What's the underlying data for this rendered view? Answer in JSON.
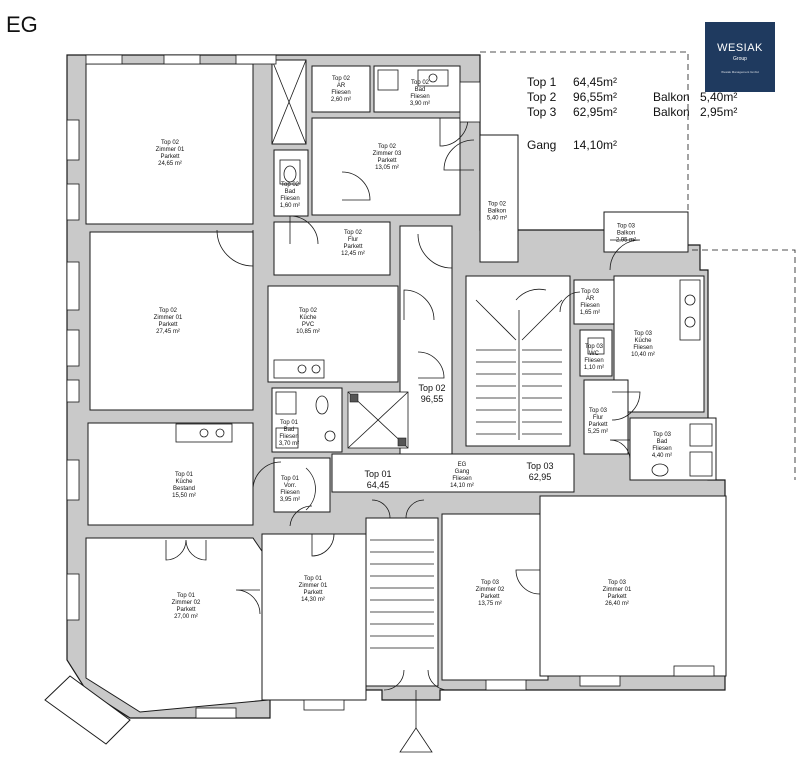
{
  "floor_label": "EG",
  "logo": {
    "title": "WESIAK",
    "subtitle": "Group",
    "tagline": "Wesiak Management GmbH"
  },
  "legend": {
    "rows": [
      {
        "name": "Top  1",
        "area": "64,45m²",
        "balcony_label": "",
        "balcony_area": ""
      },
      {
        "name": "Top  2",
        "area": "96,55m²",
        "balcony_label": "Balkon",
        "balcony_area": "5,40m²"
      },
      {
        "name": "Top 3",
        "area": "62,95m²",
        "balcony_label": "Balkon",
        "balcony_area": "2,95m²"
      }
    ],
    "gang_label": "Gang",
    "gang_area": "14,10m²"
  },
  "rooms": [
    {
      "id": "t02-zimmer01-a",
      "lines": [
        "Top 02",
        "Zimmer 01",
        "Parkett",
        "24,65 m²"
      ]
    },
    {
      "id": "t02-zimmer01-b",
      "lines": [
        "Top 02",
        "Zimmer 01",
        "Parkett",
        "27,45 m²"
      ]
    },
    {
      "id": "t02-ar",
      "lines": [
        "Top 02",
        "AR",
        "Fliesen",
        "2,60 m²"
      ]
    },
    {
      "id": "t02-bad-a",
      "lines": [
        "Top 02",
        "Bad",
        "Fliesen",
        "3,90 m²"
      ]
    },
    {
      "id": "t02-zimmer03",
      "lines": [
        "Top 02",
        "Zimmer 03",
        "Parkett",
        "13,05 m²"
      ]
    },
    {
      "id": "t02-bad-b",
      "lines": [
        "Top 02",
        "Bad",
        "Fliesen",
        "1,60 m²"
      ]
    },
    {
      "id": "t02-balkon",
      "lines": [
        "Top 02",
        "Balkon",
        "5,40 m²"
      ]
    },
    {
      "id": "t02-flur",
      "lines": [
        "Top 02",
        "Flur",
        "Parkett",
        "12,45 m²"
      ]
    },
    {
      "id": "t02-kueche",
      "lines": [
        "Top 02",
        "Küche",
        "PVC",
        "10,85 m²"
      ]
    },
    {
      "id": "t03-balkon",
      "lines": [
        "Top 03",
        "Balkon",
        "2,95 m²"
      ]
    },
    {
      "id": "t03-ar",
      "lines": [
        "Top 03",
        "AR",
        "Fliesen",
        "1,65 m²"
      ]
    },
    {
      "id": "t03-wc",
      "lines": [
        "Top 03",
        "WC",
        "Fliesen",
        "1,10 m²"
      ]
    },
    {
      "id": "t03-kueche",
      "lines": [
        "Top 03",
        "Küche",
        "Fliesen",
        "10,40 m²"
      ]
    },
    {
      "id": "t03-flur",
      "lines": [
        "Top 03",
        "Flur",
        "Parkett",
        "5,25 m²"
      ]
    },
    {
      "id": "t03-bad",
      "lines": [
        "Top 03",
        "Bad",
        "Fliesen",
        "4,40 m²"
      ]
    },
    {
      "id": "t01-bad",
      "lines": [
        "Top 01",
        "Bad",
        "Fliesen",
        "3,70 m²"
      ]
    },
    {
      "id": "t01-kueche",
      "lines": [
        "Top 01",
        "Küche",
        "Bestand",
        "15,50 m²"
      ]
    },
    {
      "id": "t01-vorr",
      "lines": [
        "Top 01",
        "Vorr.",
        "Fliesen",
        "3,95 m²"
      ]
    },
    {
      "id": "eg-gang",
      "lines": [
        "EG",
        "Gang",
        "Fliesen",
        "14,10 m²"
      ]
    },
    {
      "id": "t01-zimmer02",
      "lines": [
        "Top 01",
        "Zimmer 02",
        "Parkett",
        "27,00 m²"
      ]
    },
    {
      "id": "t01-zimmer01",
      "lines": [
        "Top 01",
        "Zimmer 01",
        "Parkett",
        "14,30 m²"
      ]
    },
    {
      "id": "t03-zimmer02",
      "lines": [
        "Top 03",
        "Zimmer 02",
        "Parkett",
        "13,75 m²"
      ]
    },
    {
      "id": "t03-zimmer01",
      "lines": [
        "Top 03",
        "Zimmer 01",
        "Parkett",
        "26,40 m²"
      ]
    }
  ],
  "unit_totals": [
    {
      "id": "top02",
      "lines": [
        "Top 02",
        "96,55"
      ]
    },
    {
      "id": "top01",
      "lines": [
        "Top 01",
        "64,45"
      ]
    },
    {
      "id": "top03",
      "lines": [
        "Top 03",
        "62,95"
      ]
    }
  ]
}
